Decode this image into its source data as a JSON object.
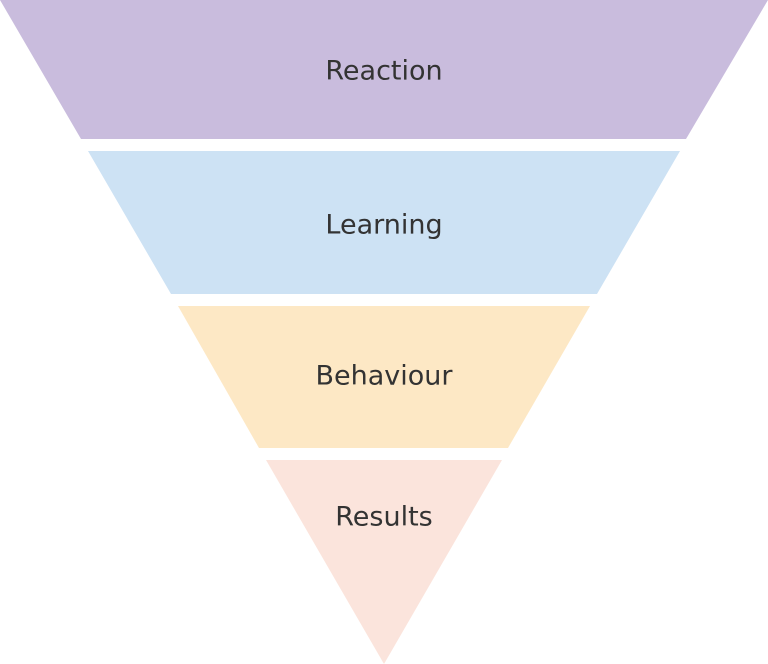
{
  "diagram": {
    "type": "inverted-pyramid",
    "levels": [
      {
        "label": "Reaction",
        "color": "#c9bcdd"
      },
      {
        "label": "Learning",
        "color": "#cde2f4"
      },
      {
        "label": "Behaviour",
        "color": "#fde8c5"
      },
      {
        "label": "Results",
        "color": "#fbe4dc"
      }
    ],
    "label_color": "#333333"
  }
}
